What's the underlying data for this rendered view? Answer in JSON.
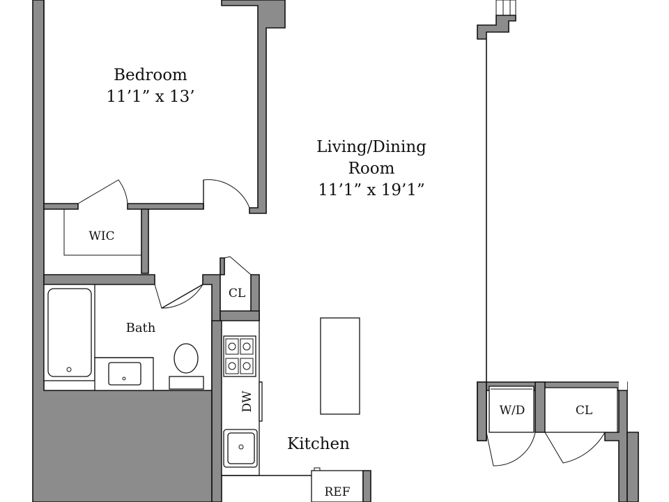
{
  "rooms": {
    "bedroom": {
      "name": "Bedroom",
      "size": "11’1” x 13’"
    },
    "living": {
      "name_line1": "Living/Dining",
      "name_line2": "Room",
      "size": "11’1” x 19’1”"
    },
    "kitchen": {
      "name": "Kitchen"
    },
    "bath": {
      "name": "Bath"
    },
    "wic": {
      "name": "WIC"
    },
    "cl_hall": {
      "name": "CL"
    },
    "cl_right": {
      "name": "CL"
    },
    "washer_dryer": {
      "name": "W/D"
    },
    "dishwasher": {
      "name": "DW"
    },
    "refrigerator": {
      "name": "REF"
    }
  },
  "colors": {
    "wall": "#8c8c8c",
    "line": "#111111",
    "background": "#ffffff"
  }
}
